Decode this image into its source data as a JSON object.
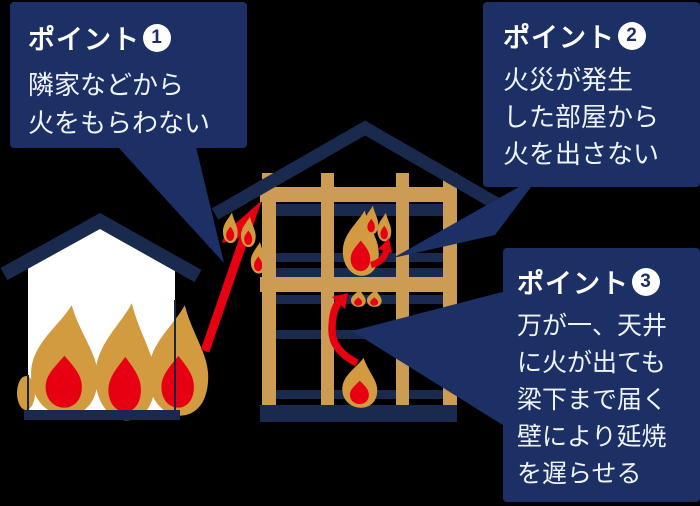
{
  "palette": {
    "bg": "#000000",
    "box": "#1c3066",
    "structure": "#192a4e",
    "wood": "#cc9b54",
    "flame_gold": "#d39b3f",
    "flame_red": "#e60012",
    "arrow_red": "#e60012",
    "house_white": "#ffffff",
    "text": "#eef3fa",
    "badge_bg": "#ffffff"
  },
  "callouts": [
    {
      "label": "ポイント",
      "number": "1",
      "lines": [
        "隣家などから",
        "火をもらわない"
      ]
    },
    {
      "label": "ポイント",
      "number": "2",
      "lines": [
        "火災が発生",
        "した部屋から",
        "火を出さない"
      ]
    },
    {
      "label": "ポイント",
      "number": "3",
      "lines": [
        "万が一、天井",
        "に火が出ても",
        "梁下まで届く",
        "壁により延焼",
        "を遅らせる"
      ]
    }
  ],
  "icons": {
    "burning_house": "svg-white-house-with-three-flames",
    "timber_frame_house": "svg-post-and-beam-frame-house",
    "flame": "svg-gold-teardrop-with-red-core",
    "fire_spread_arrow": "svg-red-bent-arrow",
    "callout_pointer": "svg-navy-triangle-wedge"
  }
}
